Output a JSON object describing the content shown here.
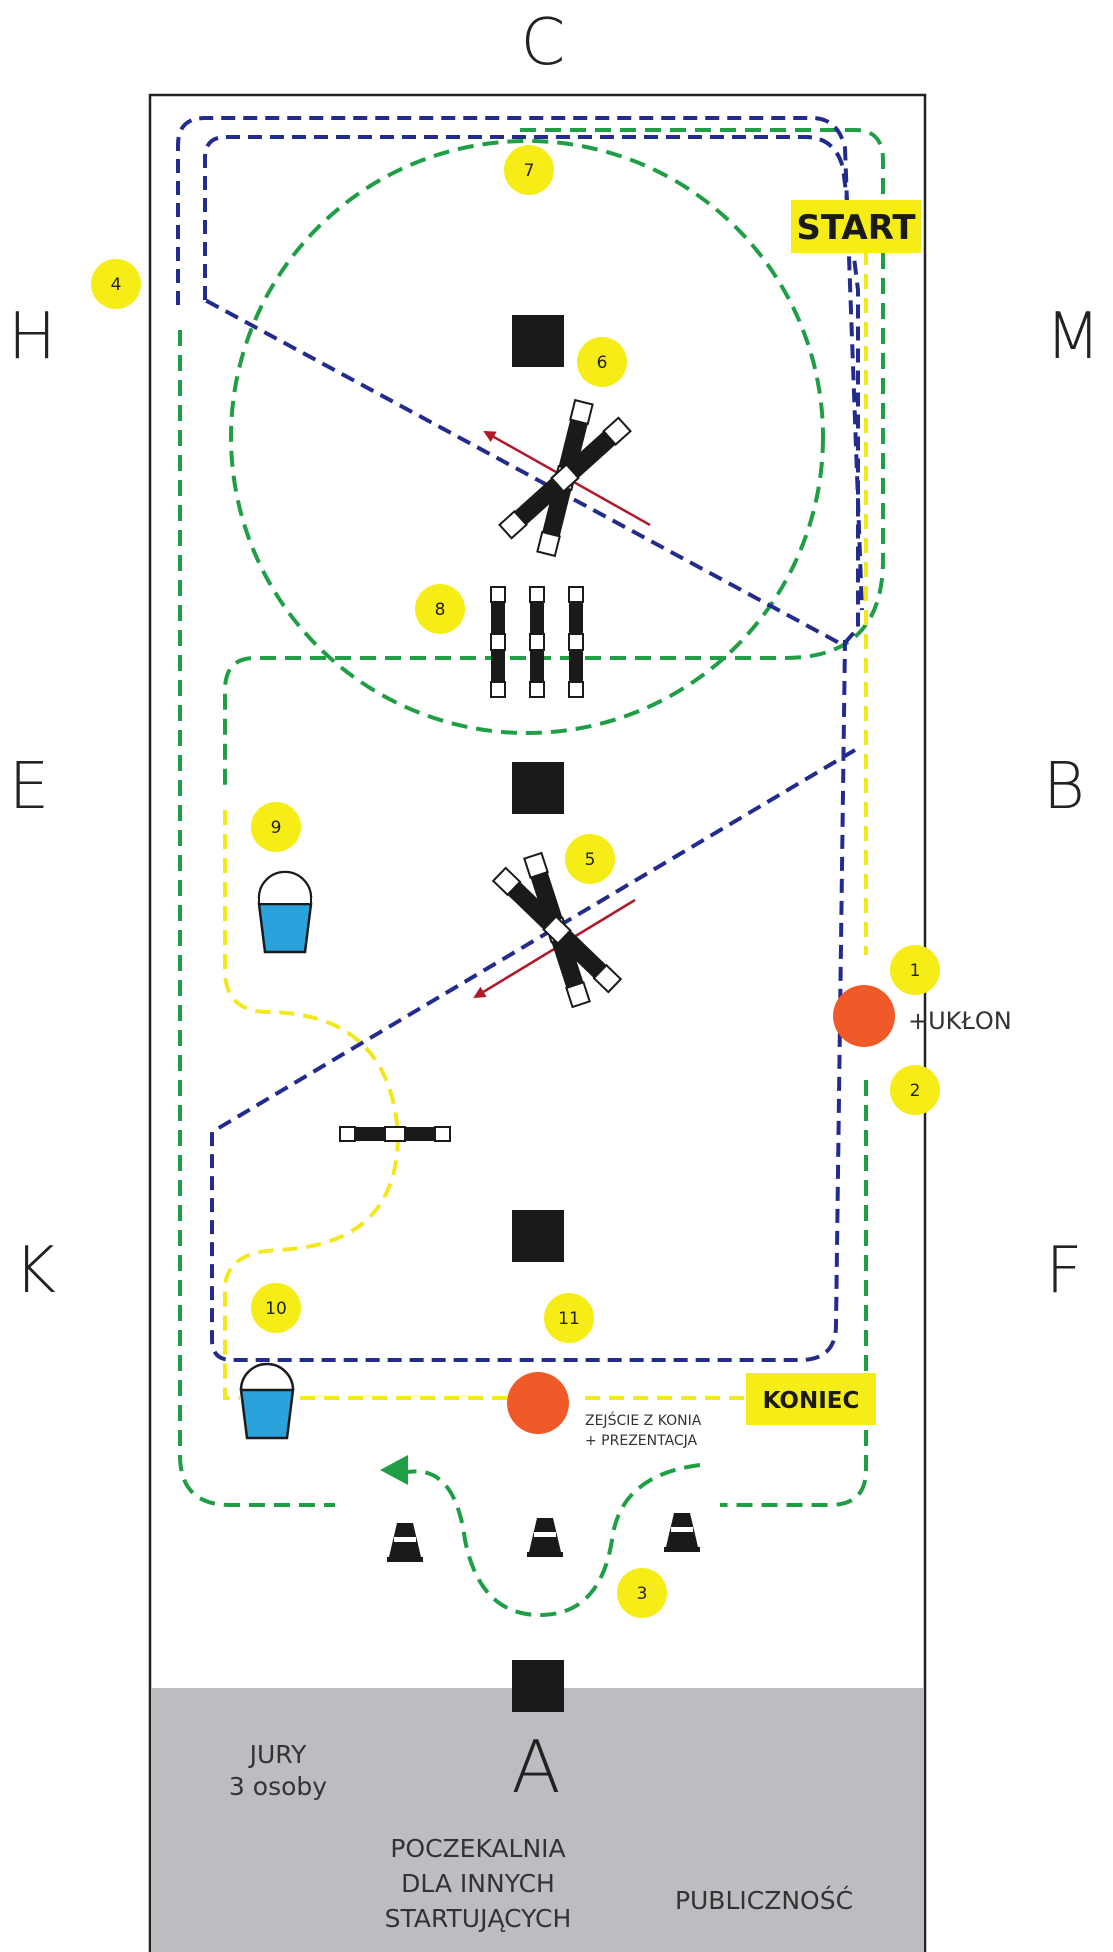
{
  "arena_letters": {
    "c": "C",
    "h": "H",
    "m": "M",
    "e": "E",
    "b": "B",
    "k": "K",
    "f": "F",
    "a": "A"
  },
  "badges": {
    "b1": "1",
    "b2": "2",
    "b3": "3",
    "b4": "4",
    "b5": "5",
    "b6": "6",
    "b7": "7",
    "b8": "8",
    "b9": "9",
    "b10": "10",
    "b11": "11"
  },
  "labels": {
    "start": "START",
    "koniec": "KONIEC",
    "uklon": "+UKŁON",
    "dismount_line1": "ZEJŚCIE Z KONIA",
    "dismount_line2": "+ PREZENTACJA",
    "jury_line1": "JURY",
    "jury_line2": "3 osoby",
    "waiting_line1": "POCZEKALNIA",
    "waiting_line2": "DLA INNYCH",
    "waiting_line3": "STARTUJĄCYCH",
    "audience": "PUBLICZNOŚĆ"
  },
  "colors": {
    "green_path": "#1f9e45",
    "blue_path": "#232b8c",
    "yellow_path": "#f2e81c",
    "badge_yellow": "#f6ec16",
    "orange_marker": "#f05a28",
    "bucket_blue": "#2aa3dc",
    "arrow_red": "#b0192a",
    "spectator_gray": "#bcbdc0"
  }
}
